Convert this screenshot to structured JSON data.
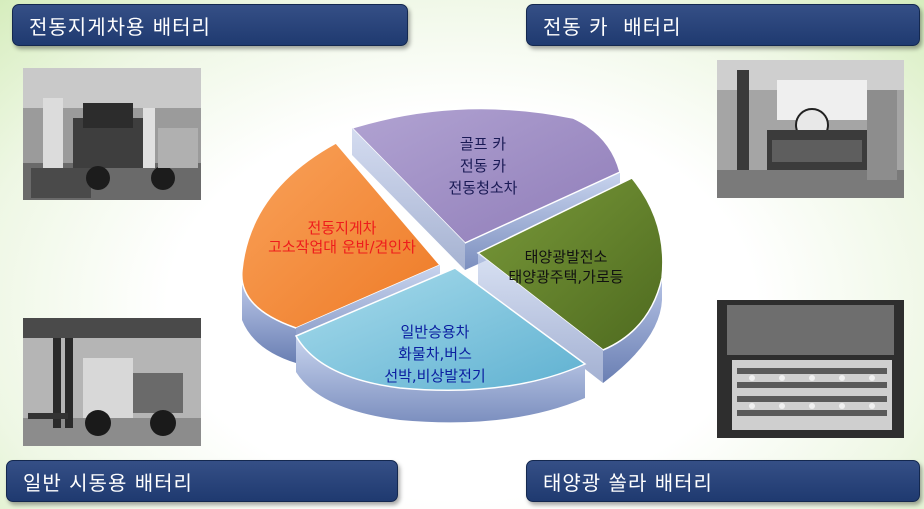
{
  "labels": {
    "top_left": "전동지게차용 배터리",
    "top_right": "전동 카  배터리",
    "bottom_left": "일반 시동용 배터리",
    "bottom_right": "태양광 쏠라 배터리"
  },
  "segments": {
    "forklift": {
      "lines": [
        "전동지게차",
        "고소작업대 운반/견인차"
      ],
      "color": "#ee1c1c",
      "fill": "#f58a3c"
    },
    "golf": {
      "lines": [
        "골프 카",
        "전동 카",
        "전동청소차"
      ],
      "color": "#1a1a55",
      "fill": "#9f8fc2"
    },
    "solar": {
      "lines": [
        "태양광발전소",
        "태양광주택,가로등"
      ],
      "color": "#111111",
      "fill": "#5e7a2a"
    },
    "general": {
      "lines": [
        "일반승용차",
        "화물차,버스",
        "선박,비상발전기"
      ],
      "color": "#0b1ea0",
      "fill": "#7fc4dc"
    }
  }
}
